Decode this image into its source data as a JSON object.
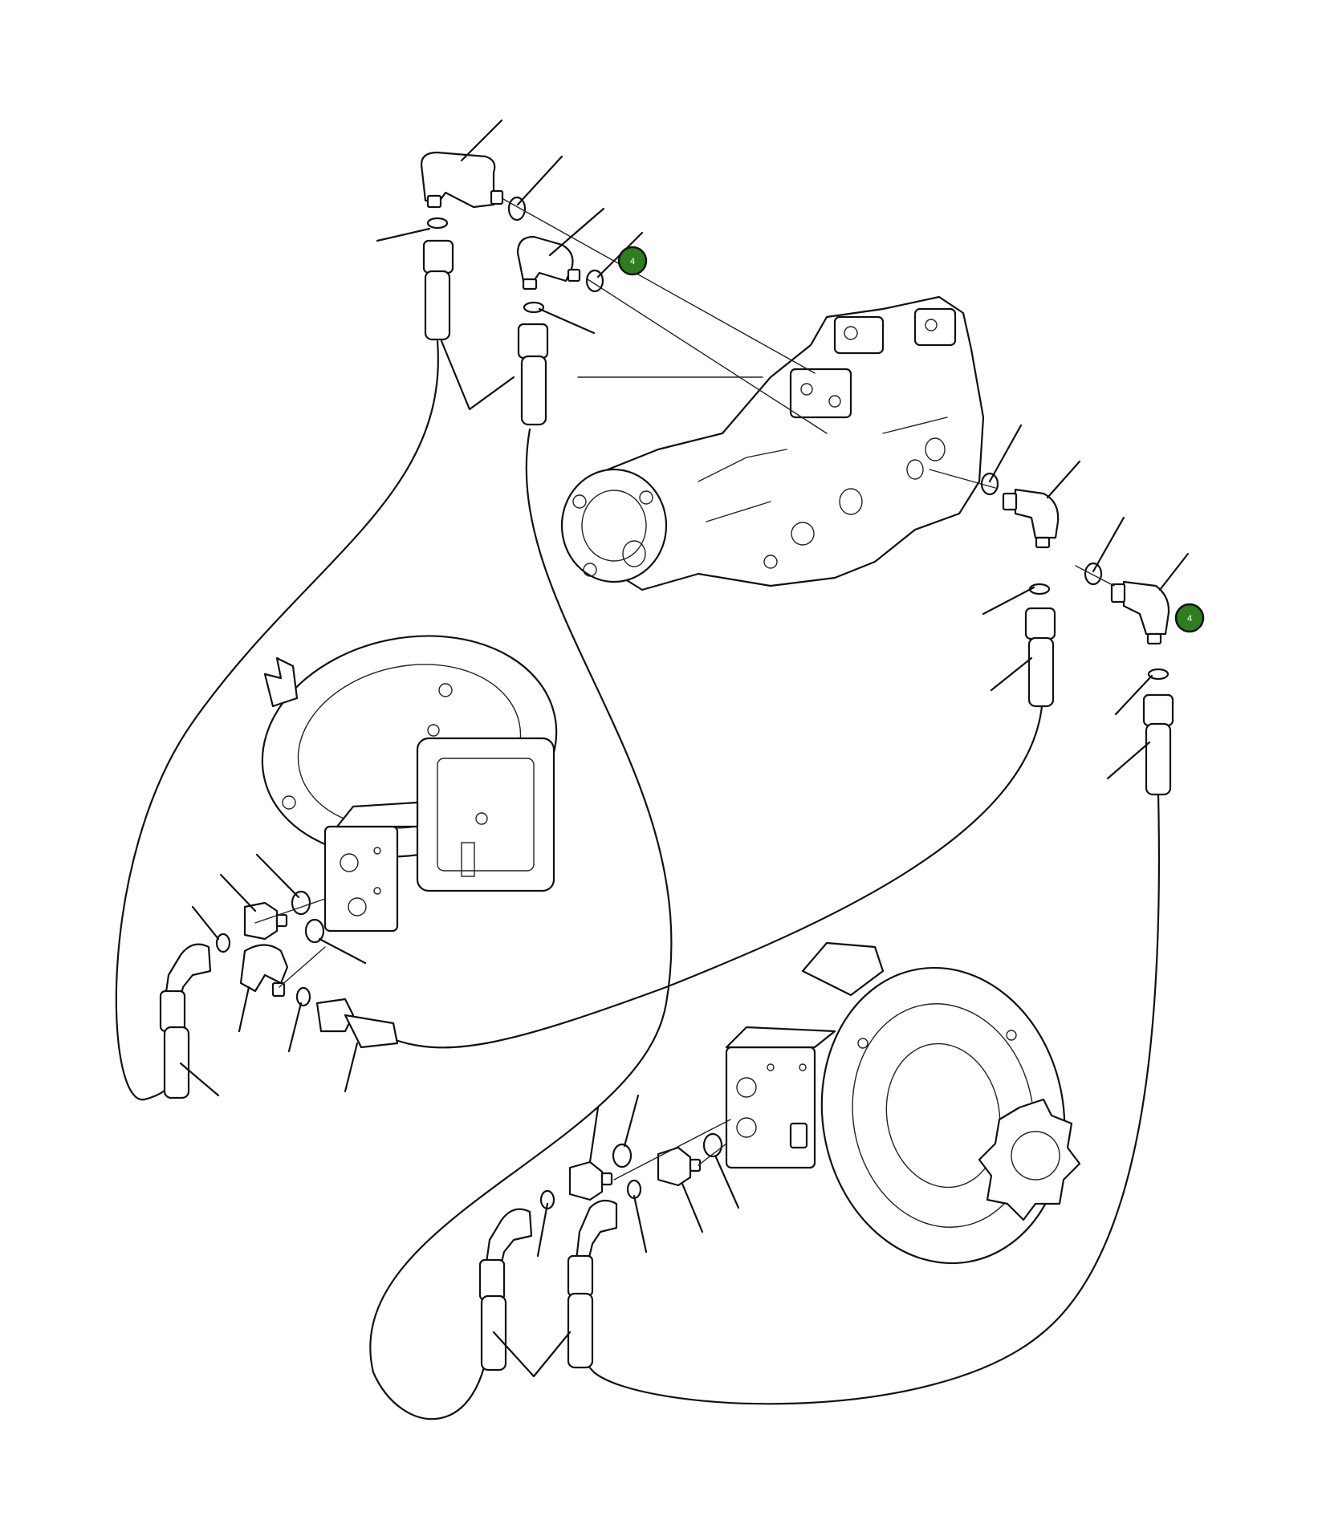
{
  "diagram": {
    "callout_color": "#2e7d1f",
    "callouts": [
      {
        "id": "callout-4-upper",
        "label": "4"
      },
      {
        "id": "callout-4-right",
        "label": "4"
      }
    ]
  }
}
